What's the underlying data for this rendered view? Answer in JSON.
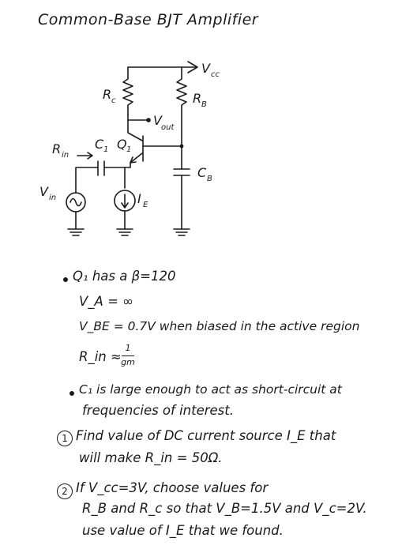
{
  "title": "Common-Base BJT Amplifier",
  "circuit": {
    "vcc_label": "V",
    "vcc_sub": "cc",
    "rc_label": "R",
    "rc_sub": "c",
    "rb_label": "R",
    "rb_sub": "B",
    "vout_label": "V",
    "vout_sub": "out",
    "c1_label": "C",
    "c1_sub": "1",
    "q1_label": "Q",
    "q1_sub": "1",
    "rin_label": "R",
    "rin_sub": "in",
    "vin_label": "V",
    "vin_sub": "in",
    "ie_label": "I",
    "ie_sub": "E",
    "cb_label": "C",
    "cb_sub": "B"
  },
  "notes": {
    "beta_line": "Q₁ has a β=120",
    "va_line": "V_A = ∞",
    "vbe_line": "V_BE = 0.7V  when biased in the active region",
    "rin_line_left": "R_in ≈",
    "rin_frac_num": "1",
    "rin_frac_den": "gm",
    "c1_line1": "C₁ is large enough to act as short-circuit at",
    "c1_line2": "frequencies of interest.",
    "q1_number": "1",
    "q1_line1": "Find value of DC current source I_E that",
    "q1_line2": "will make  R_in = 50Ω.",
    "q2_number": "2",
    "q2_line1": "If V_cc=3V, choose values for",
    "q2_line2": "R_B and R_c so that V_B=1.5V and V_c=2V.",
    "q2_line3": "use value of I_E that we found."
  }
}
